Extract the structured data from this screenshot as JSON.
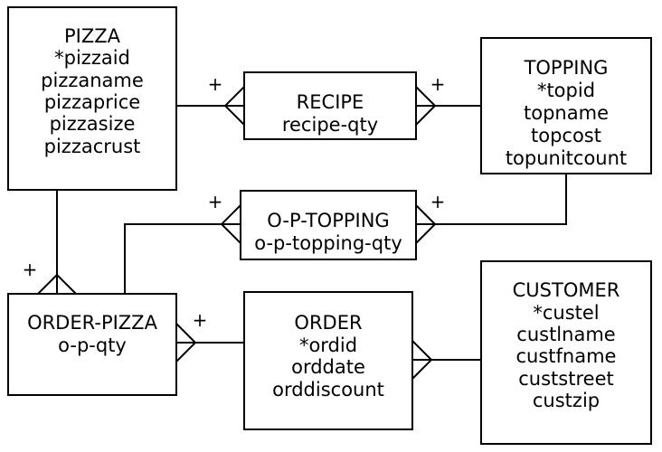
{
  "entities": {
    "pizza": {
      "lines": [
        "PIZZA",
        "*pizzaid",
        "pizzaname",
        "pizzaprice",
        "pizzasize",
        "pizzacrust"
      ]
    },
    "recipe": {
      "lines": [
        "RECIPE",
        "recipe-qty"
      ]
    },
    "topping": {
      "lines": [
        "TOPPING",
        "*topid",
        "topname",
        "topcost",
        "topunitcount"
      ]
    },
    "o_p_topping": {
      "lines": [
        "O-P-TOPPING",
        "o-p-topping-qty"
      ]
    },
    "order_pizza": {
      "lines": [
        "ORDER-PIZZA",
        "o-p-qty"
      ]
    },
    "order": {
      "lines": [
        "ORDER",
        "*ordid",
        "orddate",
        "orddiscount"
      ]
    },
    "customer": {
      "lines": [
        "CUSTOMER",
        "*custel",
        "custlname",
        "custfname",
        "custstreet",
        "custzip"
      ]
    }
  },
  "optional_marker": "+"
}
